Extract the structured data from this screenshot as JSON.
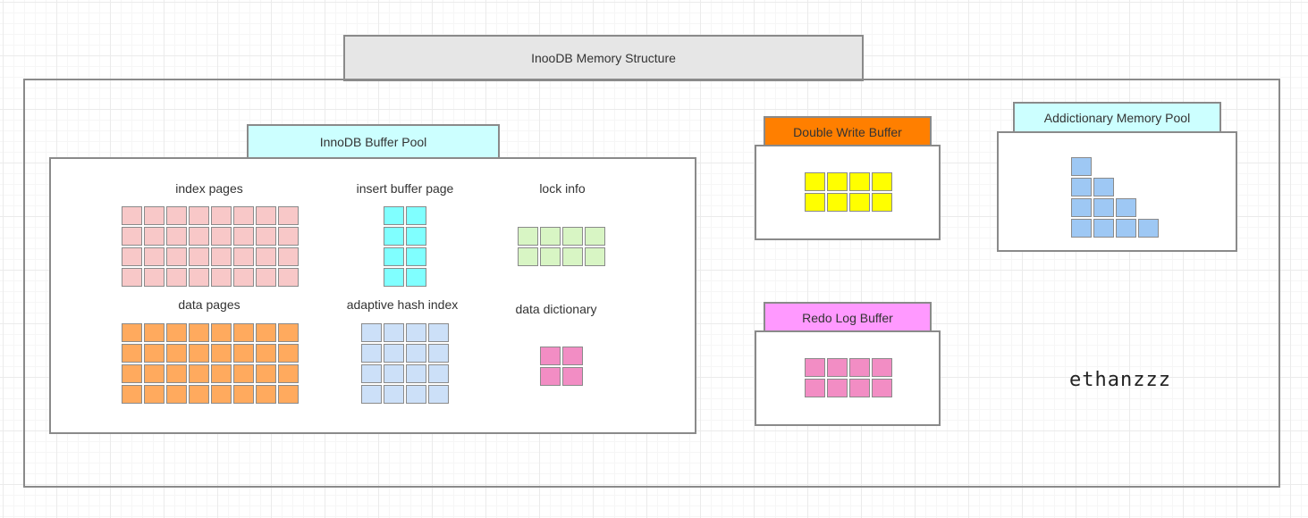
{
  "diagram": {
    "title": "InooDB Memory Structure",
    "signature": "ethanzzz",
    "buffer_pool": {
      "title": "InnoDB Buffer Pool",
      "sections": {
        "index_pages": {
          "label": "index pages",
          "rows": 4,
          "cols": 8,
          "color": "#f8c8c8"
        },
        "insert_buffer": {
          "label": "insert buffer page",
          "rows": 4,
          "cols": 2,
          "color": "#80ffff"
        },
        "lock_info": {
          "label": "lock info",
          "rows": 2,
          "cols": 4,
          "color": "#d8f5c4"
        },
        "data_pages": {
          "label": "data pages",
          "rows": 4,
          "cols": 8,
          "color": "#ffaa5e"
        },
        "adaptive_hash": {
          "label": "adaptive hash index",
          "rows": 4,
          "cols": 4,
          "color": "#cce0f8"
        },
        "data_dictionary": {
          "label": "data dictionary",
          "rows": 2,
          "cols": 2,
          "color": "#f28dc4"
        }
      }
    },
    "double_write": {
      "title": "Double Write Buffer",
      "header_color": "#ff7f00",
      "rows": 2,
      "cols": 4,
      "color": "#ffff00"
    },
    "redo_log": {
      "title": "Redo Log Buffer",
      "header_color": "#ff99ff",
      "rows": 2,
      "cols": 4,
      "color": "#f28dc4"
    },
    "additional_pool": {
      "title": "Addictionary Memory Pool",
      "header_color": "#ccffff",
      "color": "#9ec8f4",
      "staircase_rows": [
        1,
        2,
        3,
        4
      ]
    },
    "colors": {
      "title_bar": "#e6e6e6",
      "buffer_pool_header": "#ccffff",
      "border": "#8a8a8a"
    }
  }
}
